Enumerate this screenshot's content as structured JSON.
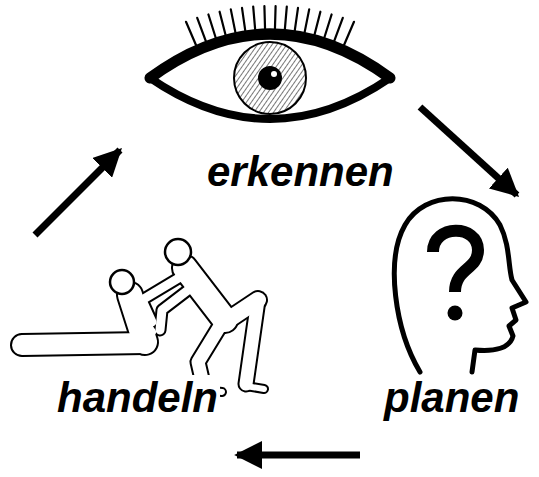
{
  "diagram": {
    "nodes": [
      {
        "text": [
          "erkennen"
        ]
      },
      {
        "text": [
          "planen"
        ]
      },
      {
        "text": [
          "handeln"
        ]
      }
    ],
    "edges": [
      {
        "from": 0,
        "to": 1,
        "arrow": "to"
      },
      {
        "from": 1,
        "to": 2,
        "arrow": "to"
      },
      {
        "from": 2,
        "to": 0,
        "arrow": "to"
      }
    ]
  }
}
